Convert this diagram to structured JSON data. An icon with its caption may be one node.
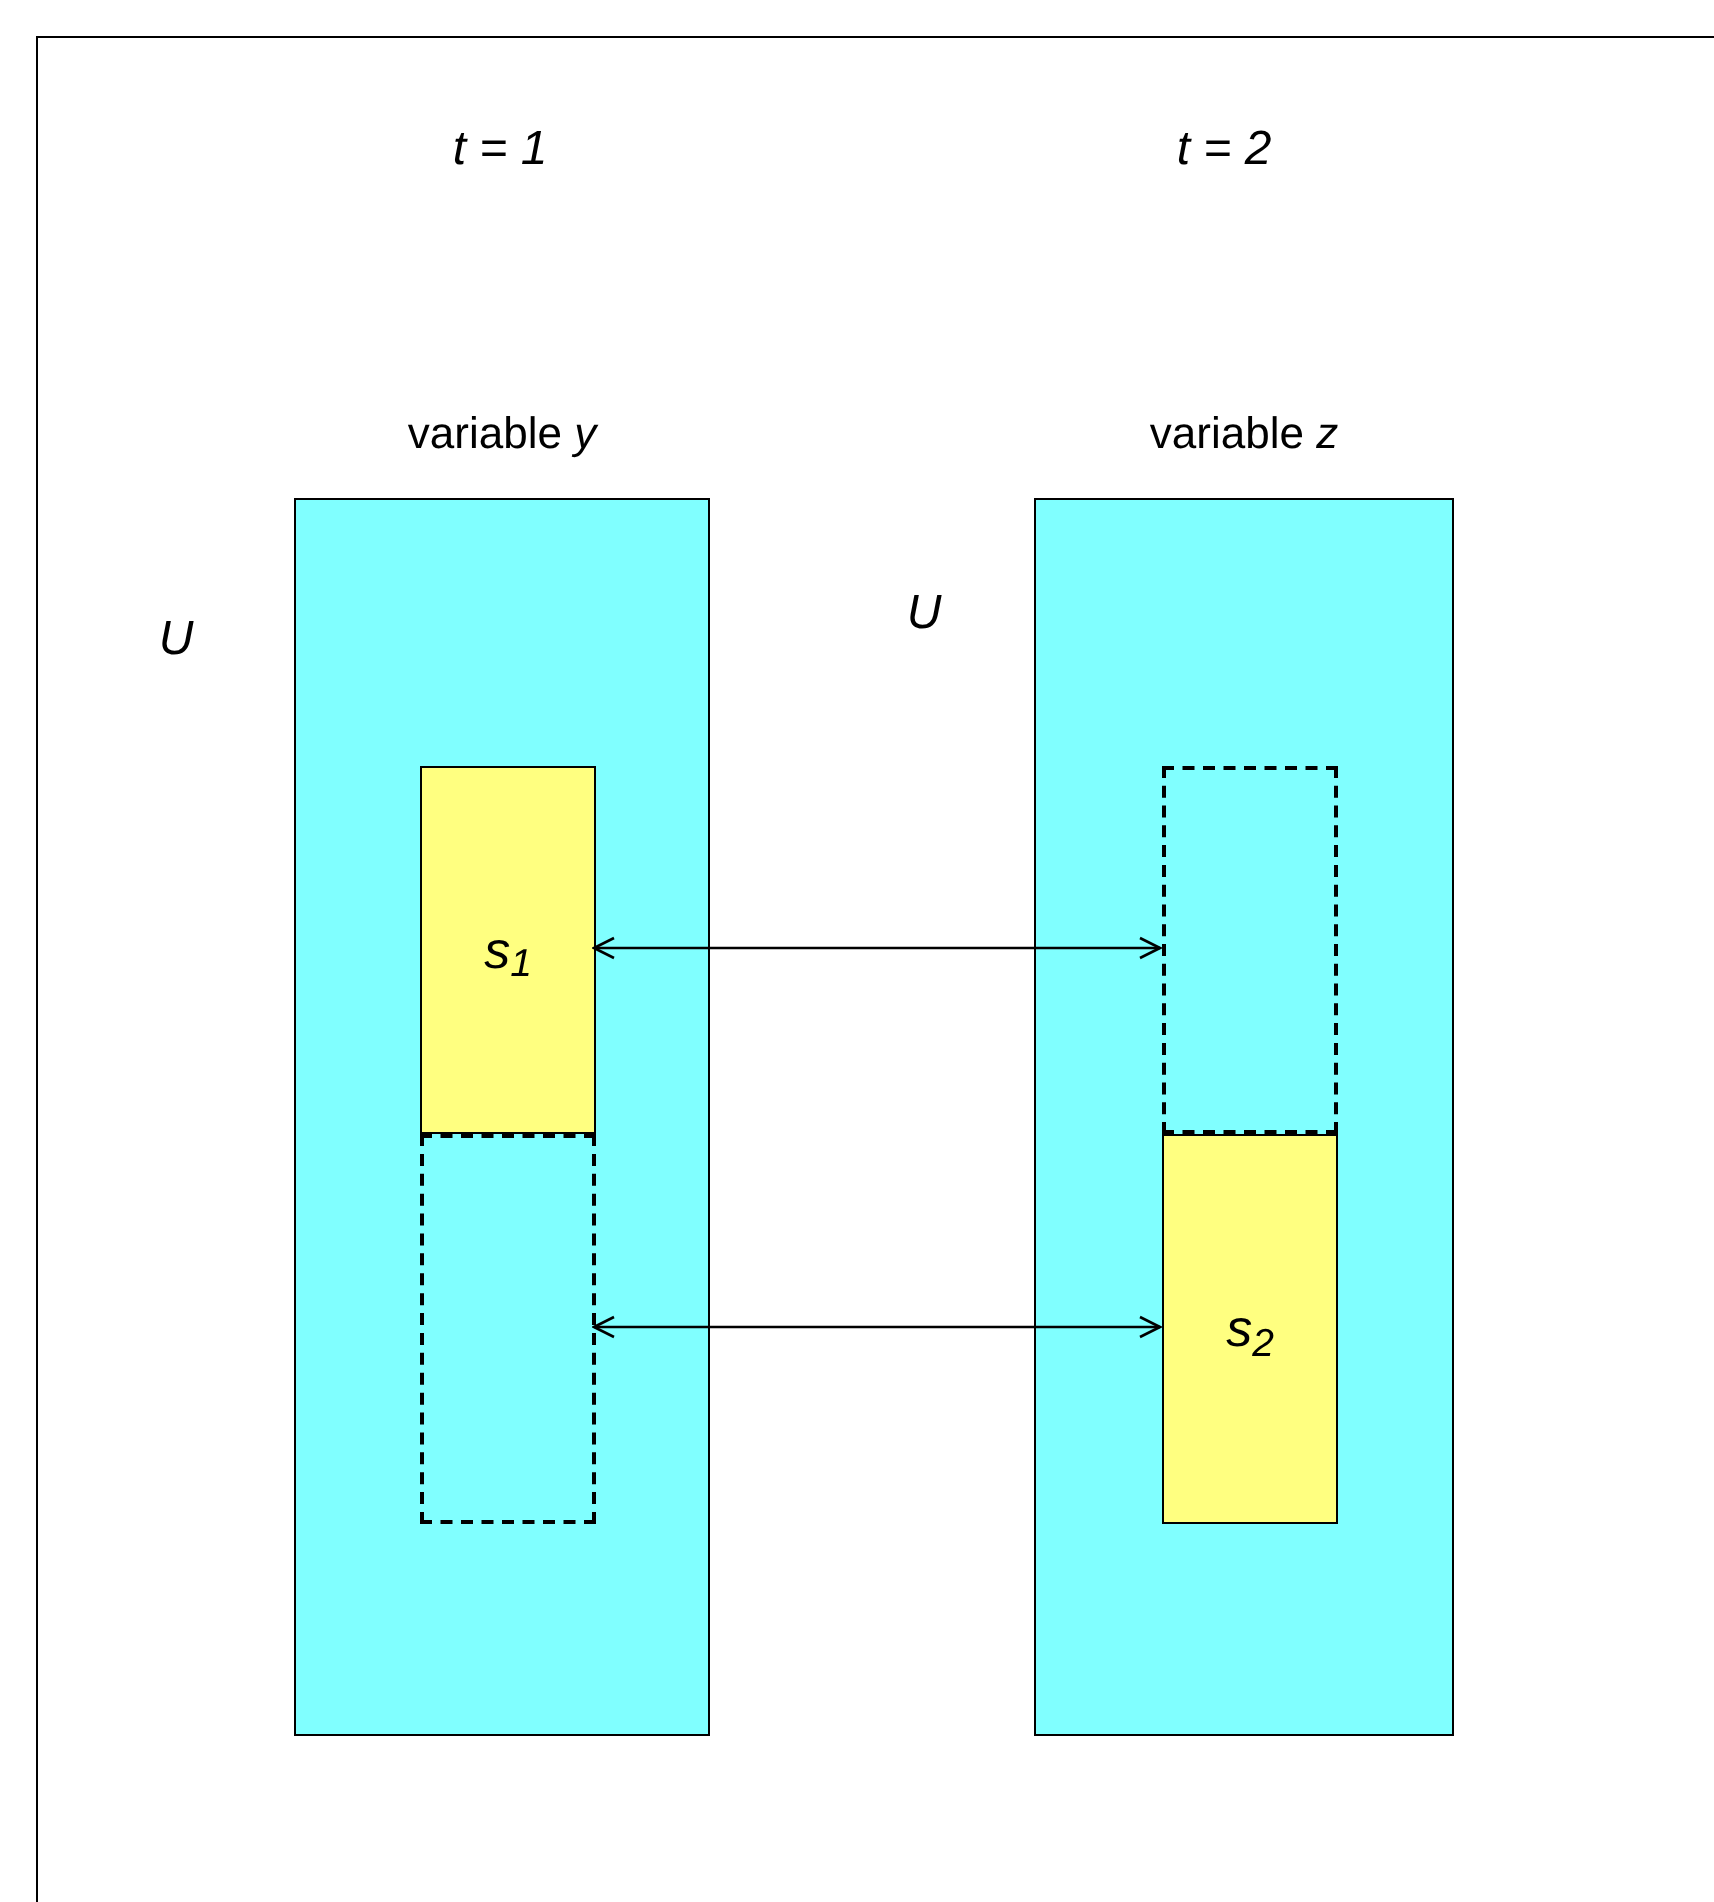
{
  "diagram": {
    "nodes": [
      {
        "text": [
          "variable *y*"
        ]
      },
      {
        "text": [
          "s$_{1}$"
        ],
        "in": 0
      },
      {
        "text": [],
        "shape": "box",
        "in": 0
      },
      {
        "text": [
          "variable *z*"
        ]
      },
      {
        "text": [],
        "shape": "box",
        "in": 3
      },
      {
        "text": [
          "s$_{2}$"
        ],
        "in": 3
      }
    ],
    "edges": [
      {
        "from": 1,
        "to": 4,
        "arrow": "both"
      },
      {
        "from": 2,
        "to": 5,
        "arrow": "both"
      }
    ],
    "labels": [
      "t = 1",
      "t = 2",
      "U",
      "U"
    ]
  }
}
